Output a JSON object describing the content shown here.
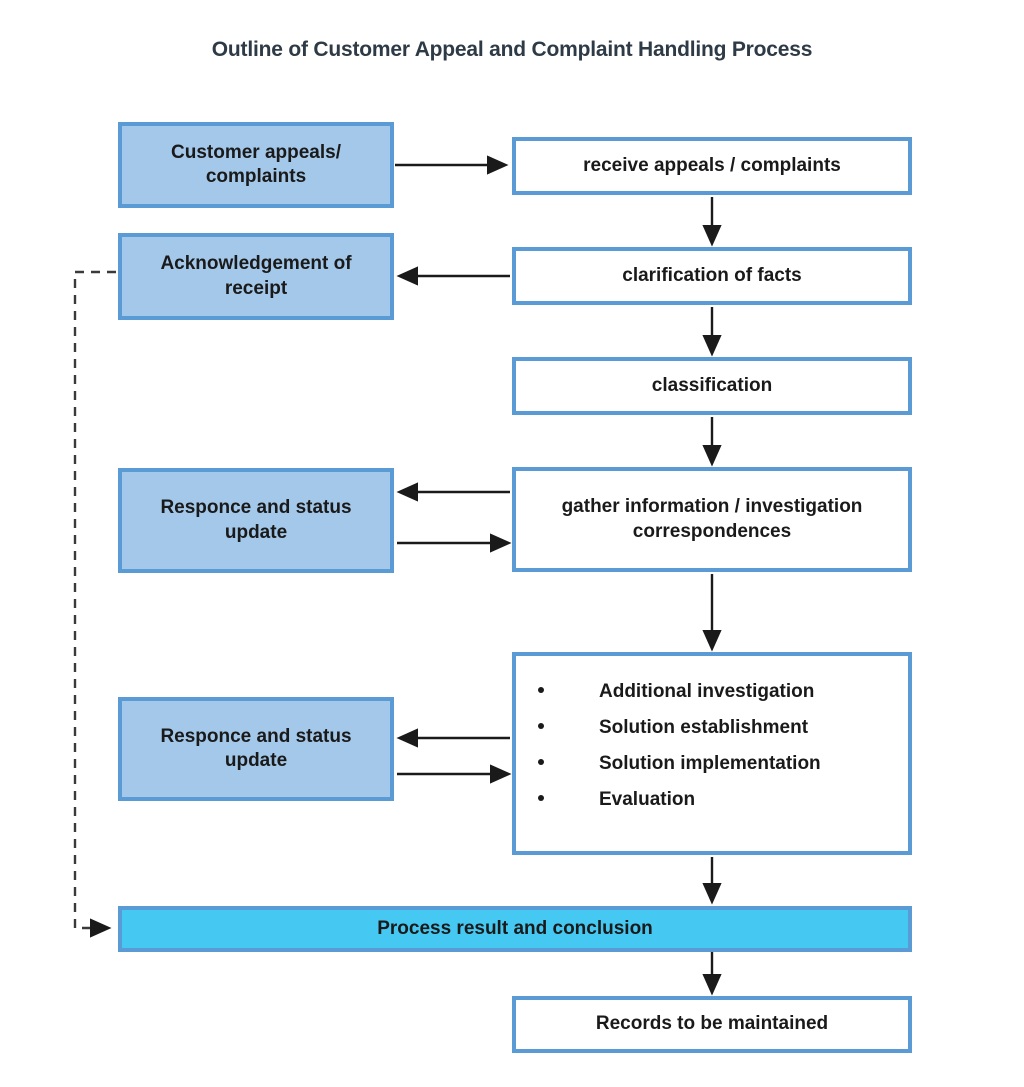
{
  "title": "Outline of Customer Appeal and Complaint Handling Process",
  "colors": {
    "filled_node_bg": "#a3c8ea",
    "node_border": "#5b9bd5",
    "highlight_node_bg": "#45c8f2",
    "plain_node_bg": "#ffffff",
    "arrow": "#1a1a1a",
    "title_text": "#2e3a46",
    "body_text": "#1a1a1a",
    "page_bg": "#ffffff"
  },
  "nodes": {
    "customer_appeals": "Customer appeals/ complaints",
    "acknowledgement": "Acknowledgement of receipt",
    "response_update_1": "Responce and status update",
    "response_update_2": "Responce and status update",
    "receive": "receive appeals / complaints",
    "clarification": "clarification of facts",
    "classification": "classification",
    "gather": "gather information / investigation correspondences",
    "process_result": "Process result and conclusion",
    "records": "Records to be maintained"
  },
  "investigation_steps": [
    "Additional investigation",
    "Solution establishment",
    "Solution implementation",
    "Evaluation"
  ],
  "connections": [
    {
      "from": "customer_appeals",
      "to": "receive",
      "style": "solid",
      "direction": "right"
    },
    {
      "from": "receive",
      "to": "clarification",
      "style": "solid",
      "direction": "down"
    },
    {
      "from": "clarification",
      "to": "acknowledgement",
      "style": "solid",
      "direction": "left"
    },
    {
      "from": "clarification",
      "to": "classification",
      "style": "solid",
      "direction": "down"
    },
    {
      "from": "classification",
      "to": "gather",
      "style": "solid",
      "direction": "down"
    },
    {
      "from": "gather",
      "to": "response_update_1",
      "style": "solid",
      "direction": "left"
    },
    {
      "from": "response_update_1",
      "to": "gather",
      "style": "solid",
      "direction": "right"
    },
    {
      "from": "gather",
      "to": "investigation_list",
      "style": "solid",
      "direction": "down"
    },
    {
      "from": "investigation_list",
      "to": "response_update_2",
      "style": "solid",
      "direction": "left"
    },
    {
      "from": "response_update_2",
      "to": "investigation_list",
      "style": "solid",
      "direction": "right"
    },
    {
      "from": "investigation_list",
      "to": "process_result",
      "style": "solid",
      "direction": "down"
    },
    {
      "from": "acknowledgement",
      "to": "process_result",
      "style": "dashed",
      "direction": "feedback"
    },
    {
      "from": "process_result",
      "to": "records",
      "style": "solid",
      "direction": "down"
    }
  ]
}
